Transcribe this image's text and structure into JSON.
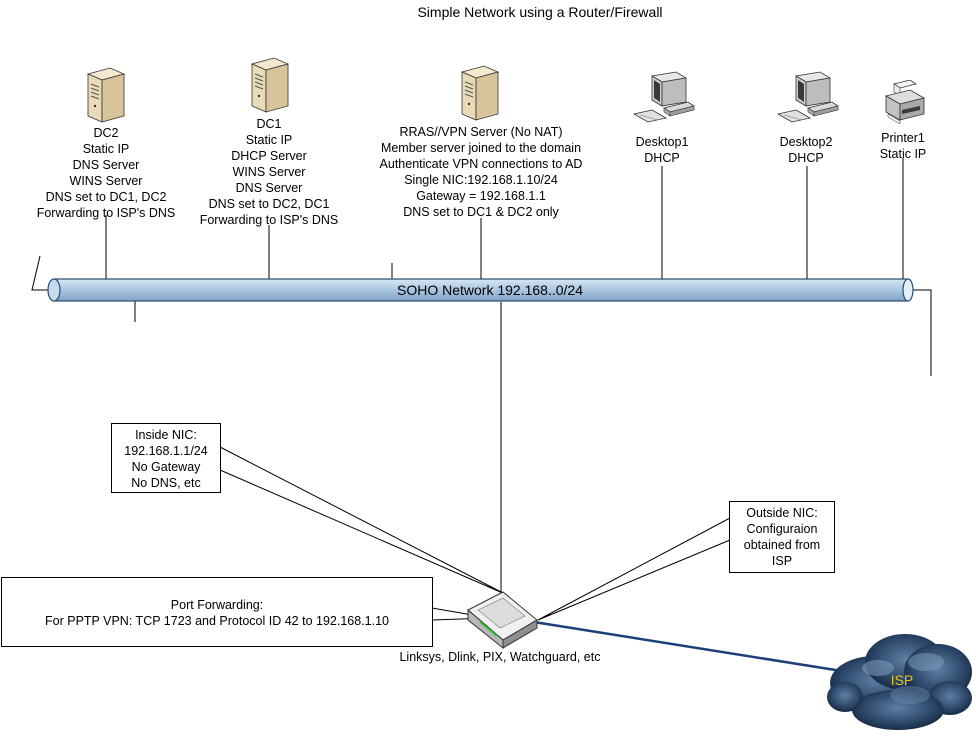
{
  "title": "Simple Network using a Router/Firewall",
  "network": {
    "label": "SOHO Network 192.168..0/24"
  },
  "nodes": [
    {
      "id": "dc2",
      "icon": "server-icon",
      "lines": [
        "DC2",
        "Static IP",
        "DNS Server",
        "WINS Server",
        "DNS set to DC1, DC2",
        "Forwarding to ISP's DNS"
      ]
    },
    {
      "id": "dc1",
      "icon": "server-icon",
      "lines": [
        "DC1",
        "Static IP",
        "DHCP Server",
        "WINS Server",
        "DNS Server",
        "DNS set to DC2, DC1",
        "Forwarding to ISP's DNS"
      ]
    },
    {
      "id": "rras",
      "icon": "server-icon",
      "lines": [
        "RRAS//VPN Server (No NAT)",
        "Member server joined to the domain",
        "Authenticate VPN connections to AD",
        "Single NIC:192.168.1.10/24",
        "Gateway = 192.168.1.1",
        "DNS set to DC1 & DC2 only"
      ]
    },
    {
      "id": "desktop1",
      "icon": "desktop-computer-icon",
      "lines": [
        "Desktop1",
        "DHCP"
      ]
    },
    {
      "id": "desktop2",
      "icon": "desktop-computer-icon",
      "lines": [
        "Desktop2",
        "DHCP"
      ]
    },
    {
      "id": "printer1",
      "icon": "printer-icon",
      "lines": [
        "Printer1",
        "Static IP"
      ]
    }
  ],
  "callouts": {
    "inside_nic": [
      "Inside NIC:",
      "192.168.1.1/24",
      "No Gateway",
      "No DNS, etc"
    ],
    "outside_nic": [
      "Outside NIC:",
      "Configuraion",
      "obtained from",
      "ISP"
    ],
    "port_forwarding": [
      "Port Forwarding:",
      "For PPTP VPN: TCP 1723 and Protocol ID 42 to 192.168.1.10"
    ]
  },
  "router": {
    "icon": "router-icon",
    "label": "Linksys, Dlink, PIX, Watchguard, etc"
  },
  "isp": {
    "icon": "cloud-icon",
    "label": "ISP",
    "label_color": "#e8c020"
  },
  "colors": {
    "pipe": "#aec9e3",
    "pipe_stroke": "#2b4a6e",
    "wan_link": "#1f3f7a"
  }
}
